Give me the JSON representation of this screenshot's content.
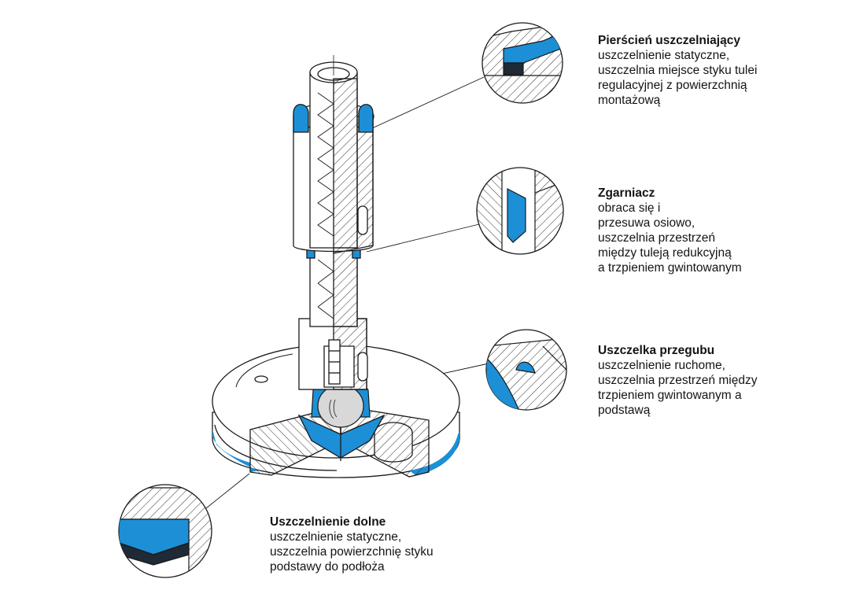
{
  "colors": {
    "accent": "#1d8fd6",
    "line": "#1a1a1a",
    "fill": "#ffffff",
    "seal_dark": "#1f2a36",
    "ball": "#d8d8d8"
  },
  "callouts": {
    "ring": {
      "title": "Pierścień uszczelniający",
      "body": "uszczelnienie statyczne,\nuszczelnia miejsce styku tulei\nregulacyjnej z powierzchnią\nmontażową"
    },
    "wiper": {
      "title": "Zgarniacz",
      "body": "obraca się i\nprzesuwa osiowo,\nuszczelnia przestrzeń\nmiędzy tuleją redukcyjną\na trzpieniem gwintowanym"
    },
    "joint": {
      "title": "Uszczelka przegubu",
      "body": "uszczelnienie ruchome,\nuszczelnia przestrzeń między\ntrzpieniem gwintowanym a\npodstawą"
    },
    "bottom": {
      "title": "Uszczelnienie dolne",
      "body": "uszczelnienie statyczne,\nuszczelnia powierzchnię styku\npodstawy do podłoża"
    }
  }
}
